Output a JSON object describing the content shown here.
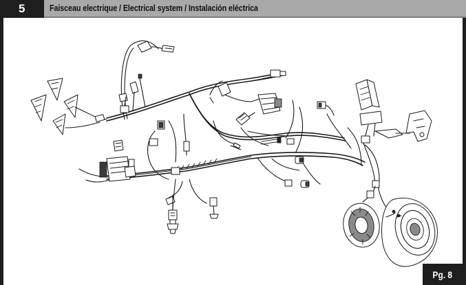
{
  "header": {
    "section_number": "5",
    "title": "Faisceau electrique / Electrical system / Instalación eléctrica"
  },
  "footer": {
    "page_label": "Pg. 8"
  },
  "colors": {
    "header_dark": "#1e1e1e",
    "header_grey": "#a9a9a9",
    "line": "#1a1a1a",
    "background": "#ffffff"
  },
  "diagram": {
    "description_icon": "wiring-harness-icon"
  }
}
